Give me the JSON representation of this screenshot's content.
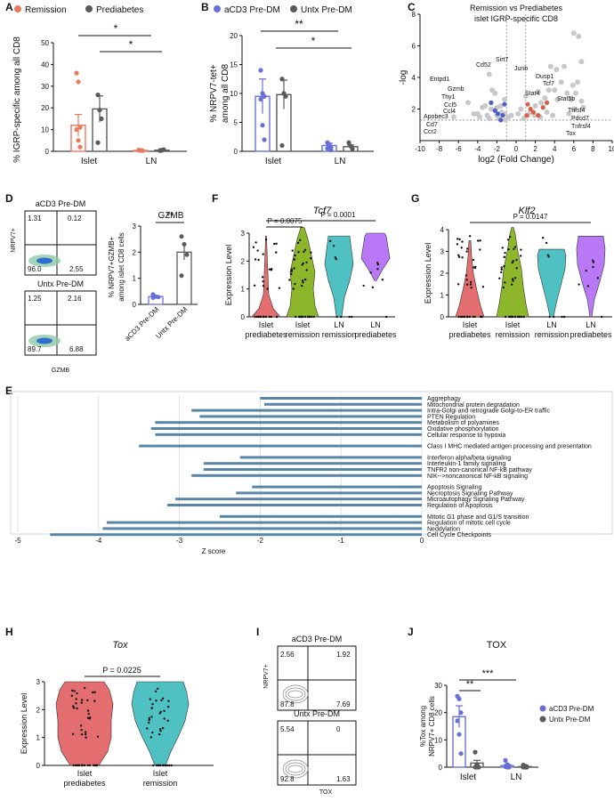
{
  "figure": {
    "panel_letters": [
      "A",
      "B",
      "C",
      "D",
      "E",
      "F",
      "G",
      "H",
      "I",
      "J"
    ]
  },
  "colors": {
    "remission": "#e9795f",
    "prediabetes": "#5a5a5a",
    "acd3": "#6870d8",
    "untx": "#5a5a5a",
    "teal": "#4fc1c3",
    "green": "#8db62a",
    "purple": "#b978f6",
    "salmon": "#e36d6f",
    "pathway_bar": "#5a86a6",
    "volcano_grey": "#c8c8c8",
    "volcano_blue": "#4e5fc8",
    "volcano_red": "#d9604c"
  },
  "chart_data": [
    {
      "id": "A",
      "type": "bar",
      "legend": [
        "Remission",
        "Prediabetes"
      ],
      "ylabel": "% IGRP-specific among all CD8",
      "ylim": [
        0,
        50
      ],
      "yticks": [
        "0",
        "10",
        "20",
        "30",
        "40",
        "50"
      ],
      "categories": [
        "Islet",
        "LN"
      ],
      "series": [
        {
          "name": "Remission",
          "means": [
            12,
            0.4
          ],
          "sem": [
            5,
            0.2
          ],
          "points": [
            [
              36,
              32,
              11,
              10,
              5,
              2
            ],
            [
              0.6,
              0.4,
              0.3,
              0.5
            ]
          ]
        },
        {
          "name": "Prediabetes",
          "means": [
            19.5,
            0.5
          ],
          "sem": [
            6,
            0.2
          ],
          "points": [
            [
              26,
              19,
              15,
              4
            ],
            [
              0.3,
              0.5,
              0.8,
              0.4
            ]
          ]
        }
      ],
      "sig": [
        "*",
        "*"
      ]
    },
    {
      "id": "B",
      "type": "bar",
      "legend": [
        "aCD3 Pre-DM",
        "Untx Pre-DM"
      ],
      "ylabel": "% NRPV7-tet+ among all CD8",
      "ylim": [
        0,
        20
      ],
      "yticks": [
        "0",
        "5",
        "10",
        "15",
        "20"
      ],
      "categories": [
        "Islet",
        "LN"
      ],
      "series": [
        {
          "name": "aCD3 Pre-DM",
          "means": [
            9.5,
            1
          ],
          "sem": [
            3,
            0.4
          ],
          "points": [
            [
              14,
              10,
              9.5,
              9,
              4.5,
              2
            ],
            [
              1.5,
              1.2,
              0.7,
              0.5,
              0.3,
              0.2
            ]
          ]
        },
        {
          "name": "Untx Pre-DM",
          "means": [
            9.8,
            0.8
          ],
          "sem": [
            2.5,
            0.3
          ],
          "points": [
            [
              12.5,
              10,
              9.5,
              1
            ],
            [
              1.5,
              0.9,
              0.4
            ]
          ]
        }
      ],
      "sig": [
        "**",
        "*"
      ]
    },
    {
      "id": "C",
      "type": "scatter",
      "title": "Remission vs Prediabetes\nislet IGRP-specific CD8",
      "xlabel": "log2 (Fold Change)",
      "ylabel": "-log10 (P)",
      "xlim": [
        -10,
        10
      ],
      "ylim": [
        0,
        8
      ],
      "xticks": [
        "-10",
        "-8",
        "-6",
        "-4",
        "-2",
        "0",
        "2",
        "4",
        "6",
        "8",
        "10"
      ],
      "yticks": [
        "2",
        "4",
        "6",
        "8"
      ],
      "grey_points": [
        [
          -6.5,
          1.5
        ],
        [
          -5,
          2.4
        ],
        [
          -3.2,
          2.2
        ],
        [
          -2.6,
          2.0
        ],
        [
          -4,
          1.7
        ],
        [
          -3,
          1.6
        ],
        [
          -2.8,
          1.4
        ],
        [
          -2.5,
          3.2
        ],
        [
          -2.2,
          3.0
        ],
        [
          -3.5,
          2.1
        ],
        [
          -2,
          1.6
        ],
        [
          -1.8,
          1.4
        ],
        [
          -1.2,
          2.6
        ],
        [
          -1.5,
          1.8
        ],
        [
          -0.8,
          1.5
        ],
        [
          -1.1,
          1.3
        ],
        [
          -2.8,
          4.2
        ],
        [
          -2,
          2.1
        ],
        [
          -1.6,
          2.2
        ],
        [
          -3.8,
          1.5
        ],
        [
          0.8,
          1.4
        ],
        [
          1.2,
          1.6
        ],
        [
          1.5,
          1.8
        ],
        [
          2,
          2.2
        ],
        [
          2.3,
          3.1
        ],
        [
          2.6,
          2.4
        ],
        [
          3,
          2.7
        ],
        [
          3.4,
          3.2
        ],
        [
          3.6,
          4.7
        ],
        [
          4,
          3.2
        ],
        [
          4.2,
          4.5
        ],
        [
          4.3,
          2.6
        ],
        [
          4.7,
          3.7
        ],
        [
          5,
          4.7
        ],
        [
          5.3,
          3
        ],
        [
          5.7,
          2.6
        ],
        [
          5.9,
          3.5
        ],
        [
          6.2,
          3
        ],
        [
          6,
          6.8
        ],
        [
          6.5,
          6.6
        ],
        [
          6.4,
          3.7
        ],
        [
          6.8,
          2.5
        ],
        [
          6.8,
          5
        ],
        [
          3.2,
          1.8
        ],
        [
          1.9,
          1.6
        ],
        [
          2.5,
          1.5
        ],
        [
          0.5,
          2.0
        ],
        [
          1,
          2.8
        ],
        [
          0.2,
          1.7
        ],
        [
          3.8,
          1.6
        ],
        [
          5.5,
          1.7
        ],
        [
          6,
          2
        ],
        [
          7,
          2.1
        ],
        [
          -0.5,
          1.6
        ],
        [
          -4.4,
          1.7
        ],
        [
          -1.2,
          1.7
        ]
      ],
      "blue_points": [
        [
          -2.6,
          2.4
        ],
        [
          -2.2,
          1.9
        ],
        [
          -1.9,
          1.7
        ],
        [
          -1.4,
          1.6
        ],
        [
          -1.2,
          2.3
        ],
        [
          -1.6,
          1.3
        ]
      ],
      "red_points": [
        [
          1.2,
          2.3
        ],
        [
          1.5,
          2.0
        ],
        [
          1.8,
          1.8
        ],
        [
          2.3,
          1.6
        ],
        [
          2.8,
          2.1
        ],
        [
          3.2,
          2.4
        ],
        [
          1.1,
          1.6
        ]
      ],
      "gene_labels": [
        "Entpd1",
        "Gzmb",
        "Thy1",
        "Ccl5",
        "Ccl4",
        "Apobec3",
        "Cd7",
        "Ccr2",
        "Cd52",
        "Sirt7",
        "Junb",
        "Dusp1",
        "Tcf7",
        "Stat4",
        "Stat5b",
        "Tnfsf4",
        "Pdcd7",
        "Tnfrsf4",
        "Tox"
      ]
    },
    {
      "id": "D",
      "type": "scatter",
      "flow": [
        {
          "title": "aCD3 Pre-DM",
          "quadrants": [
            "1.31",
            "0.12",
            "96.0",
            "2.55"
          ]
        },
        {
          "title": "Untx Pre-DM",
          "quadrants": [
            "1.25",
            "2.16",
            "89.7",
            "6.88"
          ]
        }
      ],
      "flow_xlabel": "GZMB",
      "flow_ylabel": "NRPV7+",
      "bar_title": "GZMB",
      "ylabel": "% NRPV7+GZMB+ among islet CD8 cells",
      "ylim": [
        0,
        3
      ],
      "yticks": [
        "0",
        "1",
        "2",
        "3"
      ],
      "categories": [
        "aCD3 Pre-DM",
        "Untx Pre-DM"
      ],
      "means": [
        0.3,
        2.0
      ],
      "sem": [
        0.05,
        0.3
      ],
      "points": [
        [
          0.38,
          0.3,
          0.28,
          0.25
        ],
        [
          2.6,
          2.3,
          1.9,
          1.1
        ]
      ],
      "sig": "**"
    },
    {
      "id": "E",
      "type": "bar",
      "xlabel": "Z score",
      "xlim": [
        -5,
        0
      ],
      "xticks": [
        "-5",
        "-4",
        "-3",
        "-2",
        "-1",
        "0"
      ],
      "pathways": [
        {
          "name": "Aggrephagy",
          "z": -2.0
        },
        {
          "name": "Mitochondrial protein degradation",
          "z": -1.95
        },
        {
          "name": "Intra-Golgi and retrograde Golgi-to-ER traffic",
          "z": -2.85
        },
        {
          "name": "PTEN Regulation",
          "z": -2.75
        },
        {
          "name": "Metabolism of polyamines",
          "z": -3.3
        },
        {
          "name": "Oxidative phosphorylation",
          "z": -3.35
        },
        {
          "name": "Cellular response to hypoxia",
          "z": -3.3
        },
        {
          "name": "Class I MHC mediated antigen processing and presentation",
          "z": -3.5
        },
        {
          "name": "Interferon alpha/beta signaling",
          "z": -2.25
        },
        {
          "name": "Interleukin-1 family signaling",
          "z": -2.7
        },
        {
          "name": "TNFR2 non-canonical NF-kB pathway",
          "z": -2.7
        },
        {
          "name": "NIK-->noncanonical NF-kB signaling",
          "z": -2.85
        },
        {
          "name": "Apoptosis Signaling",
          "z": -2.1
        },
        {
          "name": "Necroptosis Signaling Pathway",
          "z": -2.3
        },
        {
          "name": "Microautophagy Signaling Pathway",
          "z": -3.05
        },
        {
          "name": "Regulation of Apoptosis",
          "z": -3.15
        },
        {
          "name": "Mitotic G1 phase and G1/S transition",
          "z": -2.5
        },
        {
          "name": "Regulation of mitotic cell cycle",
          "z": -3.9
        },
        {
          "name": "Neddylation",
          "z": -3.95
        },
        {
          "name": "Cell Cycle Checkpoints",
          "z": -4.6
        }
      ]
    },
    {
      "id": "F",
      "type": "violin",
      "title": "Tcf7",
      "ylabel": "Expression Level",
      "ylim": [
        0,
        3
      ],
      "yticks": [
        "0",
        "1",
        "2",
        "3"
      ],
      "categories": [
        "Islet prediabetes",
        "Islet remission",
        "LN remission",
        "LN prediabetes"
      ],
      "pvalues": [
        "P = 0.0075",
        "P = 0.0001"
      ]
    },
    {
      "id": "G",
      "type": "violin",
      "title": "Klf2",
      "ylabel": "Expression Level",
      "ylim": [
        0,
        4
      ],
      "yticks": [
        "0",
        "1",
        "2",
        "3",
        "4"
      ],
      "categories": [
        "Islet prediabetes",
        "Islet remission",
        "LN remission",
        "LN prediabetes"
      ],
      "pvalues": [
        "P = 0.0147"
      ]
    },
    {
      "id": "H",
      "type": "violin",
      "title": "Tox",
      "ylabel": "Expression Level",
      "ylim": [
        0,
        3
      ],
      "yticks": [
        "0",
        "1",
        "2",
        "3"
      ],
      "categories": [
        "Islet prediabetes",
        "Islet remission"
      ],
      "pvalues": [
        "P = 0.0225"
      ]
    },
    {
      "id": "I",
      "type": "scatter",
      "flow": [
        {
          "title": "aCD3 Pre-DM",
          "quadrants": [
            "2.56",
            "1.92",
            "87.8",
            "7.69"
          ]
        },
        {
          "title": "Untx Pre-DM",
          "quadrants": [
            "5.54",
            "0",
            "92.8",
            "1.63"
          ]
        }
      ],
      "flow_xlabel": "TOX",
      "flow_ylabel": "NRPV7+"
    },
    {
      "id": "J",
      "type": "bar",
      "title": "TOX",
      "legend": [
        "aCD3 Pre-DM",
        "Untx Pre-DM"
      ],
      "ylabel": "%Tox among NRPV7+ CD8 cells",
      "ylim": [
        0,
        30
      ],
      "yticks": [
        "0",
        "10",
        "20",
        "30"
      ],
      "categories": [
        "Islet",
        "LN"
      ],
      "series": [
        {
          "name": "aCD3 Pre-DM",
          "means": [
            18.5,
            0.6
          ],
          "sem": [
            4,
            0.3
          ],
          "points": [
            [
              26,
              25,
              20,
              17,
              12,
              5
            ],
            [
              2.5,
              1,
              0.5,
              0.2,
              0,
              0
            ]
          ]
        },
        {
          "name": "Untx Pre-DM",
          "means": [
            1.5,
            0.2
          ],
          "sem": [
            1,
            0.1
          ],
          "points": [
            [
              5.5,
              1,
              0,
              0,
              0
            ],
            [
              0.8,
              0.5,
              0.2,
              0,
              0,
              0
            ]
          ]
        }
      ],
      "sig": [
        "**",
        "***"
      ]
    }
  ]
}
